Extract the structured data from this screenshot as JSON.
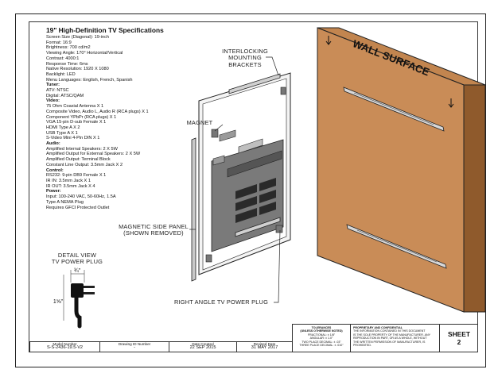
{
  "specs": {
    "title": "19\" High-Definition TV Specifications",
    "lines": [
      {
        "t": "Screen Size (Diagonal): 19-inch",
        "b": false
      },
      {
        "t": "Format: 16:9",
        "b": false
      },
      {
        "t": "Brightness: 700 cd/m2",
        "b": false
      },
      {
        "t": "Viewing Angle: 170° Horizontal/Vertical",
        "b": false
      },
      {
        "t": "Contrast: 4000:1",
        "b": false
      },
      {
        "t": "Response Time: 6ms",
        "b": false
      },
      {
        "t": "Native Resolution: 1920 X 1080",
        "b": false
      },
      {
        "t": "Backlight: LED",
        "b": false
      },
      {
        "t": "Menu Languages: English, French, Spanish",
        "b": false
      },
      {
        "t": "Tuner:",
        "b": true
      },
      {
        "t": "ATV: NTSC",
        "b": false
      },
      {
        "t": "Digital: ATSC/QAM",
        "b": false
      },
      {
        "t": "Video:",
        "b": true
      },
      {
        "t": "75 Ohm Coaxial Antenna X 1",
        "b": false
      },
      {
        "t": "Composite Video, Audio L, Audio R (RCA plugs) X 1",
        "b": false
      },
      {
        "t": "Component YPbPr (RCA plugs) X 1",
        "b": false
      },
      {
        "t": "VGA 15-pin D-sub Female X 1",
        "b": false
      },
      {
        "t": "HDMI Type A X 2",
        "b": false
      },
      {
        "t": "USB Type A X 1",
        "b": false
      },
      {
        "t": "S-Video Mini 4-Pin DIN X 1",
        "b": false
      },
      {
        "t": "Audio:",
        "b": true
      },
      {
        "t": "Amplified Internal Speakers: 2 X 5W",
        "b": false
      },
      {
        "t": "Amplified Output for External Speakers: 2 X 5W",
        "b": false
      },
      {
        "t": "Amplified Output: Terminal Block",
        "b": false
      },
      {
        "t": "Constant Line Output: 3.5mm Jack X 2",
        "b": false
      },
      {
        "t": "Control:",
        "b": true
      },
      {
        "t": "RS232: 9-pin DB9 Female X 1",
        "b": false
      },
      {
        "t": "IR IN: 3.5mm Jack X 1",
        "b": false
      },
      {
        "t": "IR OUT: 3.5mm Jack X 4",
        "b": false
      },
      {
        "t": "Power:",
        "b": true
      },
      {
        "t": "Input: 100-240 VAC, 50-60Hz, 1.5A",
        "b": false
      },
      {
        "t": "Type A NEMA Plug",
        "b": false
      },
      {
        "t": "Requires GFCI Protected Outlet",
        "b": false
      }
    ]
  },
  "callouts": {
    "interlocking": [
      "INTERLOCKING",
      "MOUNTING",
      "BRACKETS"
    ],
    "magnet": "MAGNET",
    "side_panel": [
      "MAGNETIC SIDE PANEL",
      "(SHOWN REMOVED)"
    ],
    "power_plug": "RIGHT ANGLE TV POWER PLUG",
    "wall": "WALL SURFACE",
    "detail": [
      "DETAIL VIEW",
      "TV POWER PLUG"
    ],
    "dim_top": "¾\"",
    "dim_side": "1⅝\""
  },
  "title_block": {
    "model_label": "Model Number",
    "model_value": "S-S-2436-19.5-V2",
    "drawing_label": "Drawing ID Number",
    "drawing_value": "-",
    "created_label": "Date Created",
    "created_value": "22 SEP 2015",
    "revised_label": "Revised Date",
    "revised_value": "31 MAY 2017",
    "tolerances_title": "TOLERANCES",
    "tolerances_sub": "(UNLESS OTHERWISE NOTED)",
    "tolerances_lines": [
      "FRACTIONAL: ± 1/8\"",
      "ANGULAR: ± 1.0°",
      "TWO PLACE DECIMAL: ± .03\"",
      "THREE PLACE DECIMAL: ± .010\""
    ],
    "proprietary_title": "PROPRIETARY AND CONFIDENTIAL",
    "proprietary_lines": [
      "THE INFORMATION CONTAINED IN THIS DOCUMENT",
      "IS THE SOLE PROPERTY OF THE MANUFACTURER. ANY",
      "REPRODUCTION IN PART, OR AS A WHOLE, WITHOUT",
      "THE WRITTEN PERMISSION OF MANUFACTURER, IS",
      "PROHIBITED."
    ],
    "sheet_label": "SHEET",
    "sheet_value": "2"
  }
}
